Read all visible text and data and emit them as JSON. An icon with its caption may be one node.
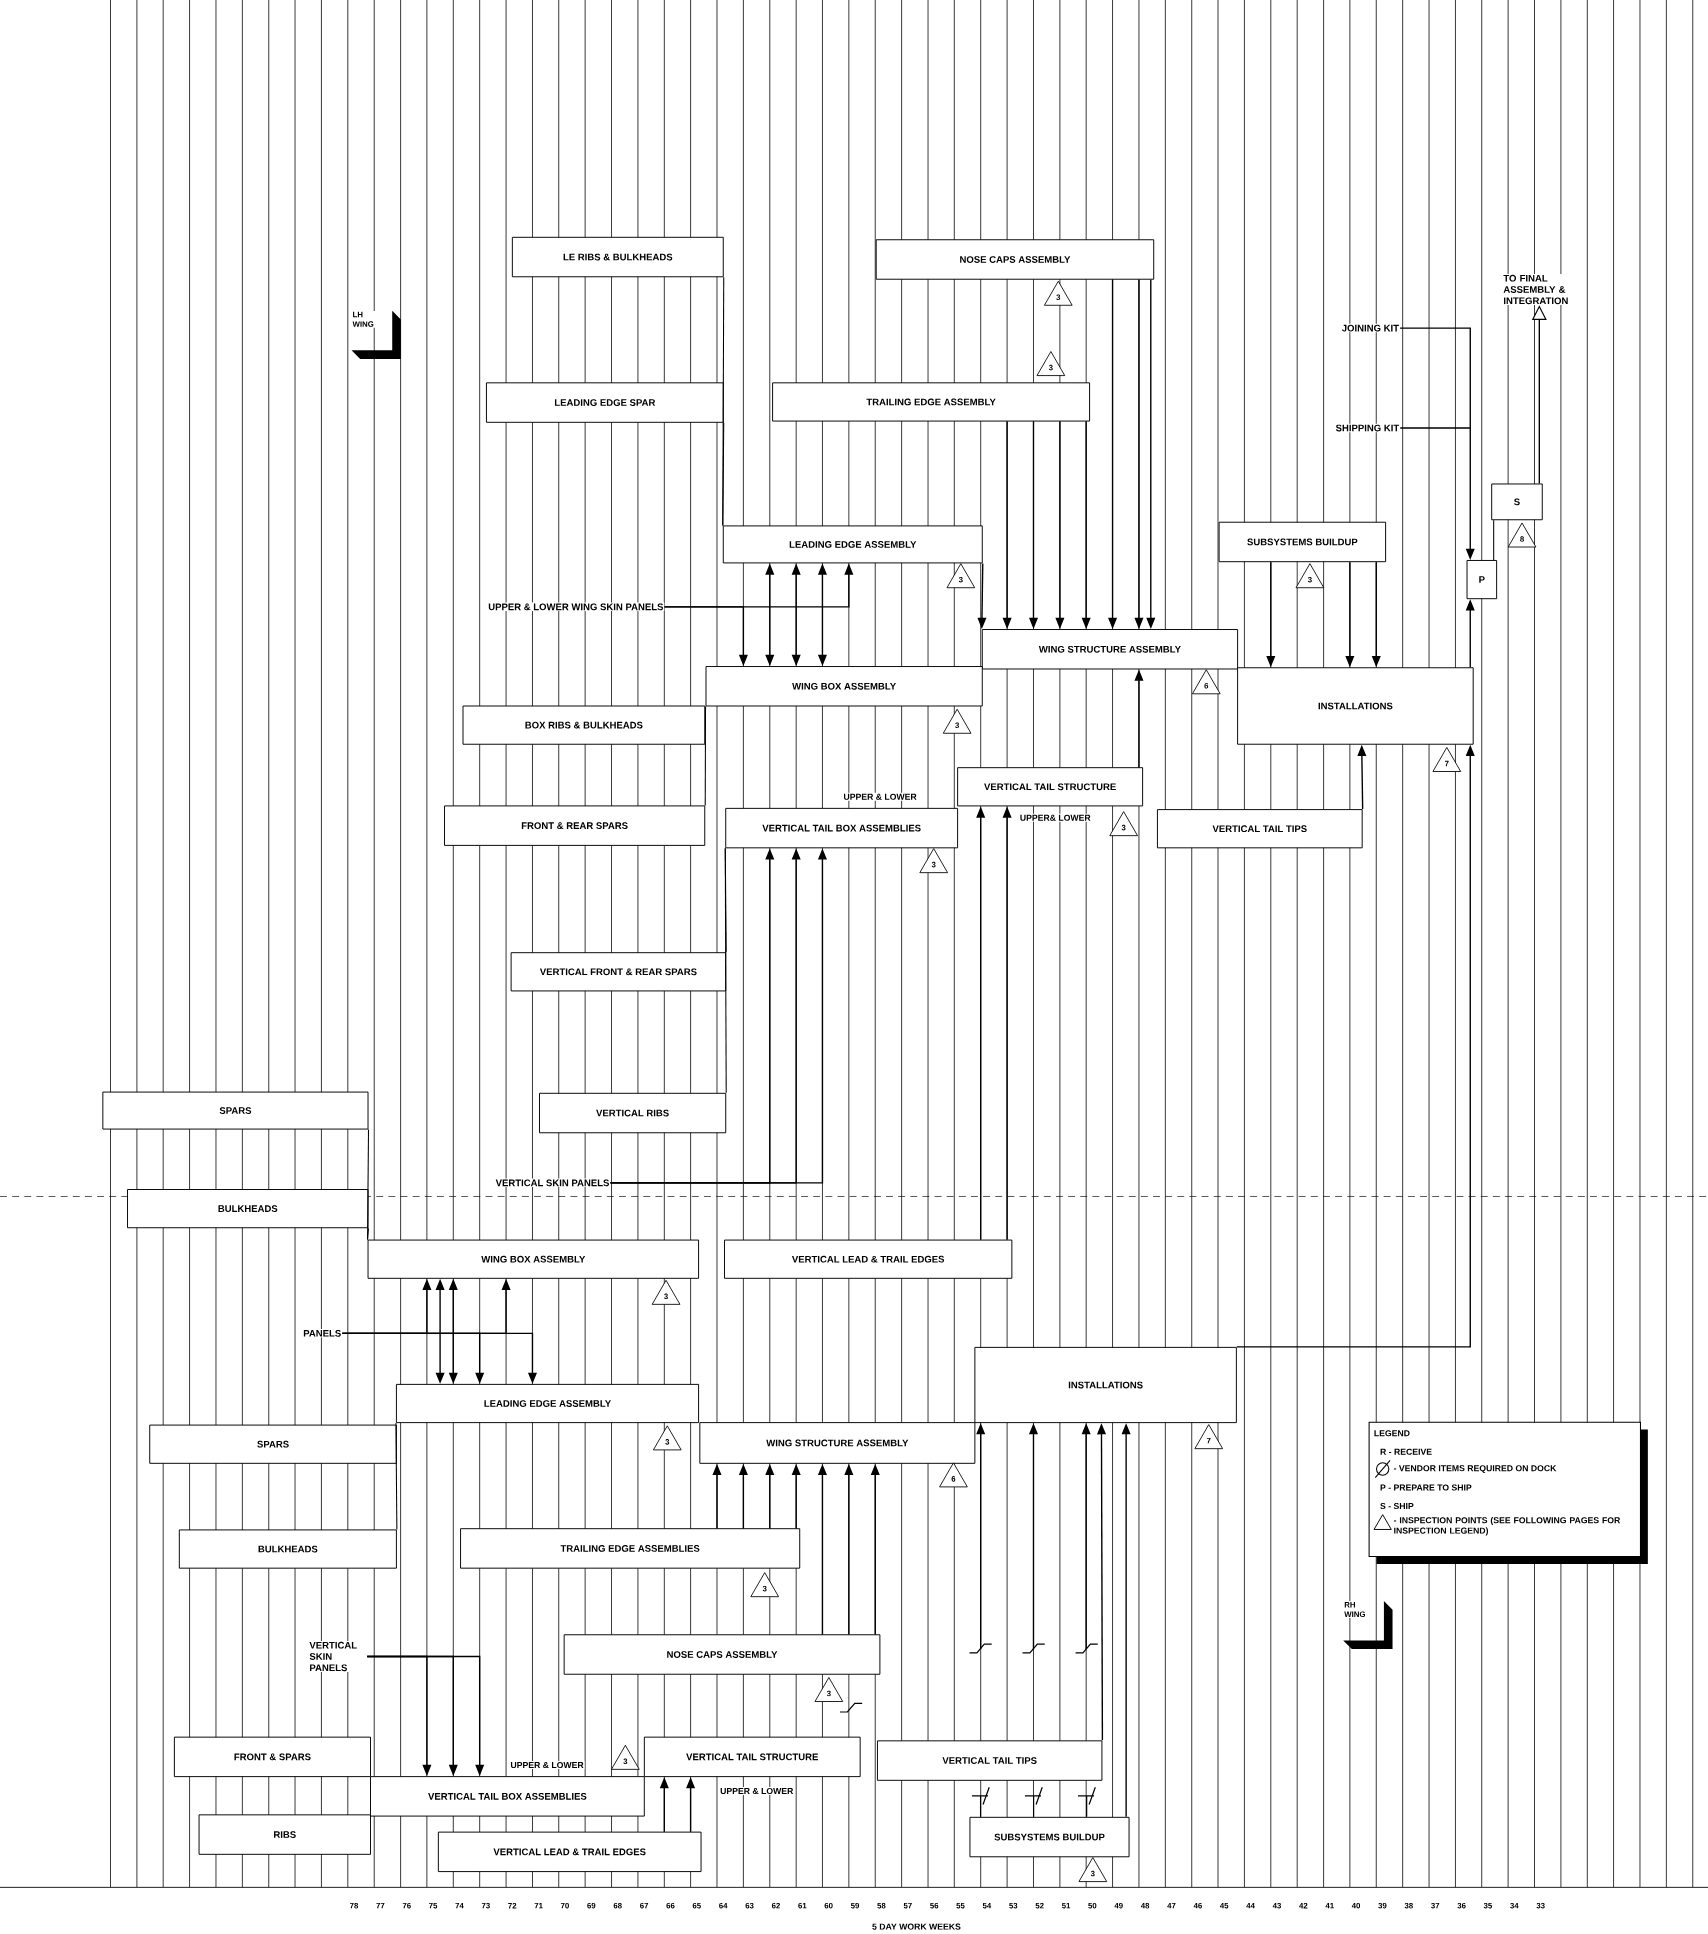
{
  "diagram": {
    "nodes": [
      {
        "text": [
          "LE RIBS & BULKHEADS"
        ]
      },
      {
        "text": [
          "NOSE CAPS ASSEMBLY"
        ]
      },
      {
        "text": [
          "3"
        ]
      },
      {
        "text": [
          "3"
        ]
      },
      {
        "text": [
          "LEADING EDGE SPAR"
        ]
      },
      {
        "text": [
          "TRAILING EDGE ASSEMBLY"
        ]
      },
      {
        "text": [
          "LEADING EDGE ASSEMBLY"
        ]
      },
      {
        "text": [
          "SUBSYSTEMS BUILDUP"
        ]
      },
      {
        "text": [
          "3"
        ]
      },
      {
        "text": [
          "3"
        ]
      },
      {
        "text": [
          "UPPER & LOWER WING SKIN PANELS"
        ]
      },
      {
        "text": [
          "WING STRUCTURE ASSEMBLY"
        ]
      },
      {
        "text": [
          "WING BOX ASSEMBLY"
        ]
      },
      {
        "text": [
          "INSTALLATIONS"
        ]
      },
      {
        "text": [
          "6"
        ]
      },
      {
        "text": [
          "BOX RIBS & BULKHEADS"
        ]
      },
      {
        "text": [
          "3"
        ]
      },
      {
        "text": [
          "7"
        ]
      },
      {
        "text": [
          "VERTICAL TAIL STRUCTURE"
        ]
      },
      {
        "text": [
          "FRONT & REAR SPARS"
        ]
      },
      {
        "text": [
          "VERTICAL TAIL BOX ASSEMBLIES"
        ]
      },
      {
        "text": [
          "VERTICAL TAIL TIPS"
        ]
      },
      {
        "text": [
          "3"
        ]
      },
      {
        "text": [
          "3"
        ]
      },
      {
        "text": [
          "VERTICAL FRONT & REAR SPARS"
        ]
      },
      {
        "text": [
          "VERTICAL RIBS"
        ]
      },
      {
        "text": [
          "VERTICAL SKIN PANELS"
        ]
      },
      {
        "text": [
          "VERTICAL LEAD & TRAIL EDGES"
        ]
      },
      {
        "text": [
          "JOINING KIT"
        ]
      },
      {
        "text": [
          "SHIPPING KIT"
        ]
      },
      {
        "text": [
          "TO FINAL ASSEMBLY & INTEGRATION"
        ]
      },
      {
        "text": [
          "S"
        ]
      },
      {
        "text": [
          "8"
        ]
      },
      {
        "text": [
          "P"
        ]
      },
      {
        "text": [
          "SPARS"
        ]
      },
      {
        "text": [
          "BULKHEADS"
        ]
      },
      {
        "text": [
          "WING BOX ASSEMBLY"
        ]
      },
      {
        "text": [
          "3"
        ]
      },
      {
        "text": [
          "PANELS"
        ]
      },
      {
        "text": [
          "INSTALLATIONS"
        ]
      },
      {
        "text": [
          "LEADING EDGE ASSEMBLY"
        ]
      },
      {
        "text": [
          "SPARS"
        ]
      },
      {
        "text": [
          "WING STRUCTURE ASSEMBLY"
        ]
      },
      {
        "text": [
          "3"
        ]
      },
      {
        "text": [
          "7"
        ]
      },
      {
        "text": [
          "6"
        ]
      },
      {
        "text": [
          "BULKHEADS"
        ]
      },
      {
        "text": [
          "TRAILING EDGE ASSEMBLIES"
        ]
      },
      {
        "text": [
          "3"
        ]
      },
      {
        "text": [
          "VERTICAL SKIN PANELS"
        ]
      },
      {
        "text": [
          "NOSE CAPS ASSEMBLY"
        ]
      },
      {
        "text": [
          "3"
        ]
      },
      {
        "text": [
          "FRONT & SPARS"
        ]
      },
      {
        "text": [
          "VERTICAL TAIL STRUCTURE"
        ]
      },
      {
        "text": [
          "VERTICAL TAIL TIPS"
        ]
      },
      {
        "text": [
          "3"
        ]
      },
      {
        "text": [
          "VERTICAL TAIL BOX ASSEMBLIES"
        ]
      },
      {
        "text": [
          "RIBS"
        ]
      },
      {
        "text": [
          "SUBSYSTEMS BUILDUP"
        ]
      },
      {
        "text": [
          "VERTICAL LEAD & TRAIL EDGES"
        ]
      },
      {
        "text": [
          "3"
        ]
      }
    ],
    "edges": [
      {
        "from": 0,
        "to": 6,
        "arrow": "none"
      },
      {
        "from": 4,
        "to": 6,
        "arrow": "none"
      },
      {
        "from": 1,
        "to": 11,
        "arrow": "to"
      },
      {
        "from": 1,
        "to": 11,
        "arrow": "to"
      },
      {
        "from": 1,
        "to": 11,
        "arrow": "to"
      },
      {
        "from": 5,
        "to": 11,
        "arrow": "to"
      },
      {
        "from": 5,
        "to": 11,
        "arrow": "to"
      },
      {
        "from": 5,
        "to": 11,
        "arrow": "to"
      },
      {
        "from": 5,
        "to": 11,
        "arrow": "to"
      },
      {
        "from": 6,
        "to": 11,
        "arrow": "to"
      },
      {
        "from": 10,
        "to": 6,
        "arrow": "to"
      },
      {
        "from": 10,
        "to": 12,
        "arrow": "to"
      },
      {
        "from": 6,
        "to": 12,
        "arrow": "both"
      },
      {
        "from": 6,
        "to": 12,
        "arrow": "both"
      },
      {
        "from": 6,
        "to": 12,
        "arrow": "both"
      },
      {
        "from": 19,
        "to": 12,
        "arrow": "none"
      },
      {
        "from": 18,
        "to": 11,
        "arrow": "to"
      },
      {
        "from": 27,
        "to": 18,
        "arrow": "to"
      },
      {
        "from": 27,
        "to": 18,
        "arrow": "to"
      },
      {
        "from": 26,
        "to": 20,
        "arrow": "to"
      },
      {
        "from": 26,
        "to": 20,
        "arrow": "to"
      },
      {
        "from": 26,
        "to": 20,
        "arrow": "to"
      },
      {
        "from": 24,
        "to": 20,
        "arrow": "none"
      },
      {
        "from": 25,
        "to": 20,
        "arrow": "none"
      },
      {
        "from": 21,
        "to": 13,
        "arrow": "to"
      },
      {
        "from": 7,
        "to": 13,
        "arrow": "to"
      },
      {
        "from": 7,
        "to": 13,
        "arrow": "to"
      },
      {
        "from": 7,
        "to": 13,
        "arrow": "to"
      },
      {
        "from": 13,
        "to": 33,
        "arrow": "to"
      },
      {
        "from": 28,
        "to": 33,
        "arrow": "to"
      },
      {
        "from": 29,
        "to": 33,
        "arrow": "to"
      },
      {
        "from": 33,
        "to": 31,
        "arrow": "none"
      },
      {
        "from": 31,
        "to": 30,
        "arrow": "to"
      },
      {
        "from": 34,
        "to": 36,
        "arrow": "none"
      },
      {
        "from": 35,
        "to": 36,
        "arrow": "none"
      },
      {
        "from": 38,
        "to": 36,
        "arrow": "to"
      },
      {
        "from": 38,
        "to": 36,
        "arrow": "to"
      },
      {
        "from": 38,
        "to": 40,
        "arrow": "to"
      },
      {
        "from": 38,
        "to": 40,
        "arrow": "to"
      },
      {
        "from": 36,
        "to": 40,
        "arrow": "both"
      },
      {
        "from": 36,
        "to": 40,
        "arrow": "both"
      },
      {
        "from": 46,
        "to": 40,
        "arrow": "none"
      },
      {
        "from": 47,
        "to": 42,
        "arrow": "to"
      },
      {
        "from": 47,
        "to": 42,
        "arrow": "to"
      },
      {
        "from": 47,
        "to": 42,
        "arrow": "to"
      },
      {
        "from": 47,
        "to": 42,
        "arrow": "to"
      },
      {
        "from": 50,
        "to": 42,
        "arrow": "to"
      },
      {
        "from": 50,
        "to": 42,
        "arrow": "to"
      },
      {
        "from": 50,
        "to": 42,
        "arrow": "to"
      },
      {
        "from": null,
        "to": 39,
        "arrow": "to"
      },
      {
        "from": null,
        "to": 39,
        "arrow": "to"
      },
      {
        "from": null,
        "to": 39,
        "arrow": "to"
      },
      {
        "from": 54,
        "to": 39,
        "arrow": "to"
      },
      {
        "from": 58,
        "to": 39,
        "arrow": "to"
      },
      {
        "from": 49,
        "to": 56,
        "arrow": "to"
      },
      {
        "from": 49,
        "to": 56,
        "arrow": "to"
      },
      {
        "from": 49,
        "to": 56,
        "arrow": "to"
      },
      {
        "from": 59,
        "to": 53,
        "arrow": "to"
      },
      {
        "from": 59,
        "to": 53,
        "arrow": "to"
      },
      {
        "from": 39,
        "to": 13,
        "arrow": "to"
      }
    ],
    "labels": [
      "LH WING",
      "UPPER & LOWER",
      "UPPER& LOWER",
      "LEGEND",
      "RH WING",
      "UPPER & LOWER",
      "UPPER & LOWER",
      "78",
      "77",
      "76",
      "75",
      "74",
      "73",
      "72",
      "71",
      "70",
      "69",
      "68",
      "67",
      "66",
      "65",
      "64",
      "63",
      "62",
      "61",
      "60",
      "59",
      "58",
      "57",
      "56",
      "55",
      "54",
      "53",
      "52",
      "51",
      "50",
      "49",
      "48",
      "47",
      "46",
      "45",
      "44",
      "43",
      "42",
      "41",
      "40",
      "39",
      "38",
      "37",
      "36",
      "35",
      "34",
      "33",
      "5 DAY WORK WEEKS"
    ],
    "legend": [
      {
        "text": "R - RECEIVE"
      },
      {
        "text": "- VENDOR ITEMS REQUIRED ON DOCK"
      },
      {
        "text": "P - PREPARE TO SHIP"
      },
      {
        "text": "S - SHIP"
      },
      {
        "text": "- INSPECTION POINTS (SEE FOLLOWING PAGES FOR INSPECTION LEGEND)"
      }
    ]
  }
}
